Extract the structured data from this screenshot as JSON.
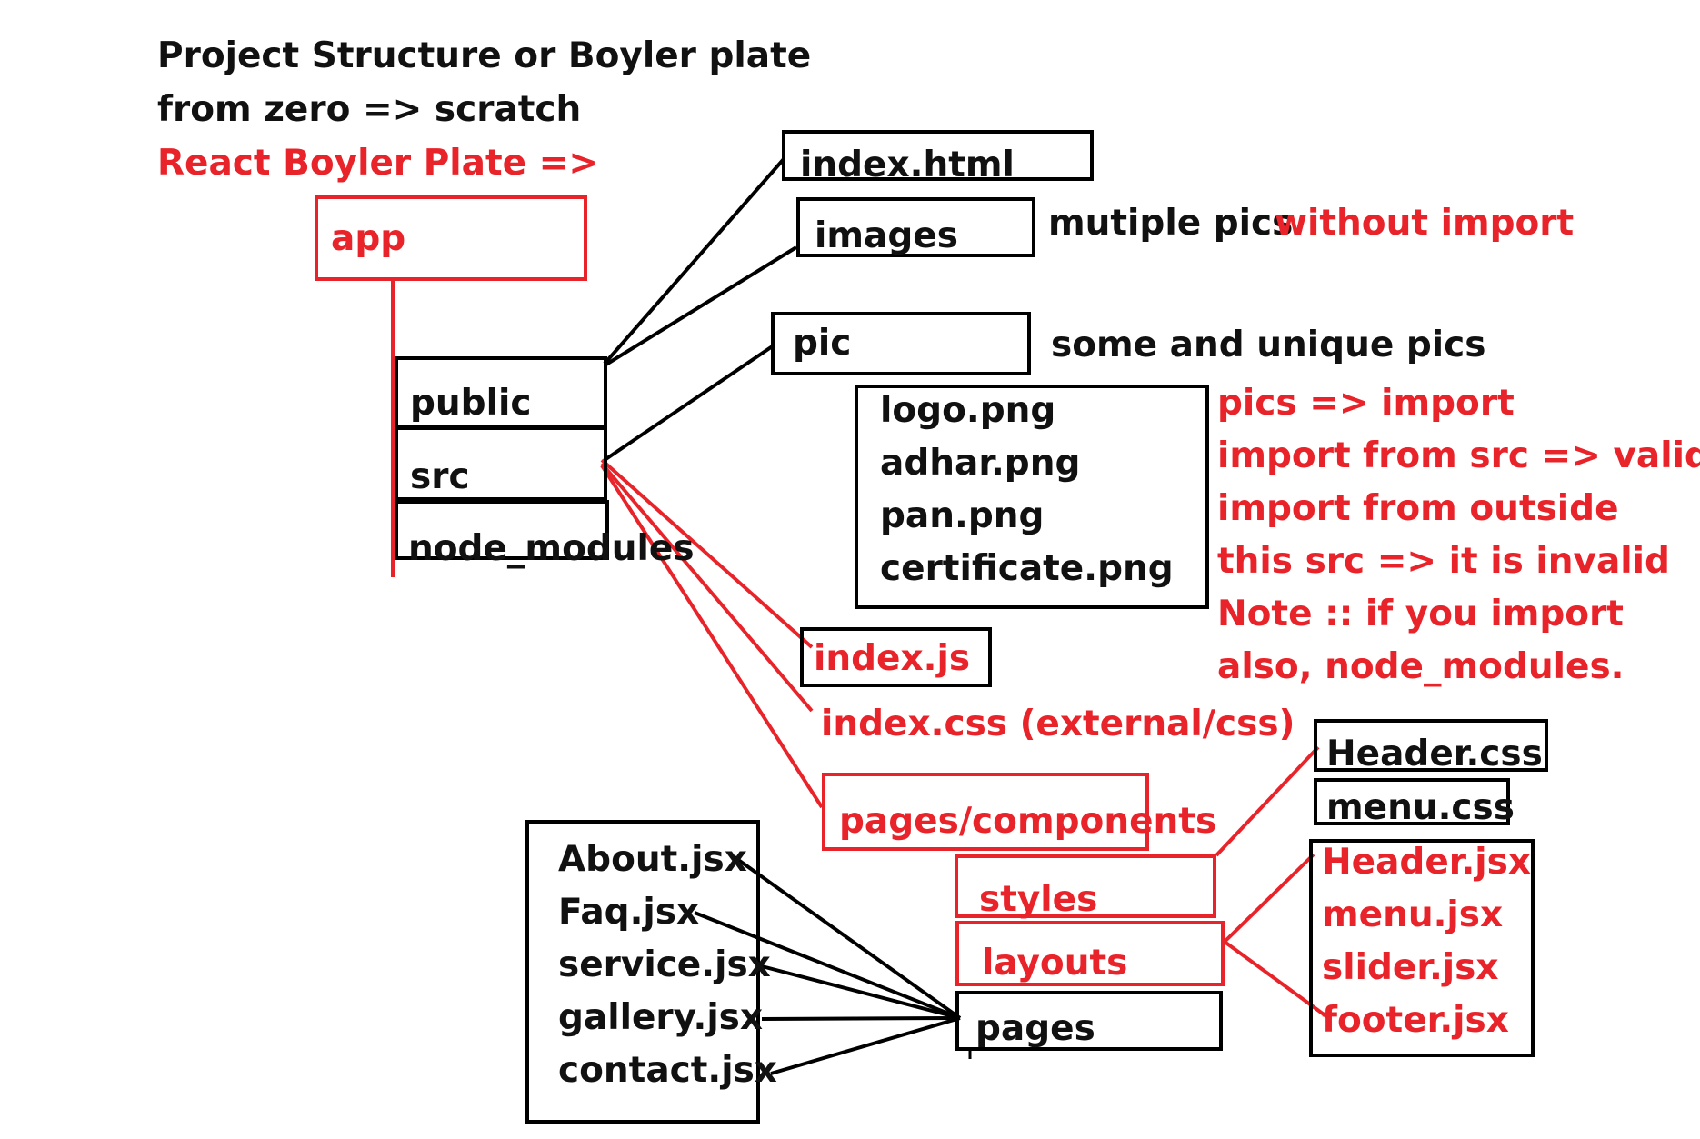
{
  "header": {
    "line1": "Project Structure or Boyler plate",
    "line2": "from zero => scratch",
    "line3": "React Boyler Plate =>"
  },
  "tree": {
    "app": "app",
    "public": "public",
    "src": "src",
    "node_modules": "node_modules"
  },
  "public_children": {
    "index_html": "index.html",
    "images": "images",
    "images_note_a": "mutiple pics",
    "images_note_b": "without import"
  },
  "src_children": {
    "pic": "pic",
    "pic_note": "some and unique pics",
    "pic_files": [
      "logo.png",
      "adhar.png",
      "pan.png",
      "certificate.png"
    ],
    "import_notes": [
      "pics => import",
      "import from src => valid",
      "import from outside",
      "this src => it is invalid",
      "Note :: if you import",
      "also, node_modules."
    ],
    "index_js": "index.js",
    "index_css": "index.css (external/css)",
    "pages_components": "pages/components"
  },
  "components": {
    "styles": "styles",
    "layouts": "layouts",
    "pages": "pages",
    "style_files": [
      "Header.css",
      "menu.css"
    ],
    "layout_files": [
      "Header.jsx",
      "menu.jsx",
      "slider.jsx",
      "footer.jsx"
    ],
    "page_files": [
      "About.jsx",
      "Faq.jsx",
      "service.jsx",
      "gallery.jsx",
      "contact.jsx"
    ]
  },
  "colors": {
    "black": "#000000",
    "red": "#e8242a"
  }
}
